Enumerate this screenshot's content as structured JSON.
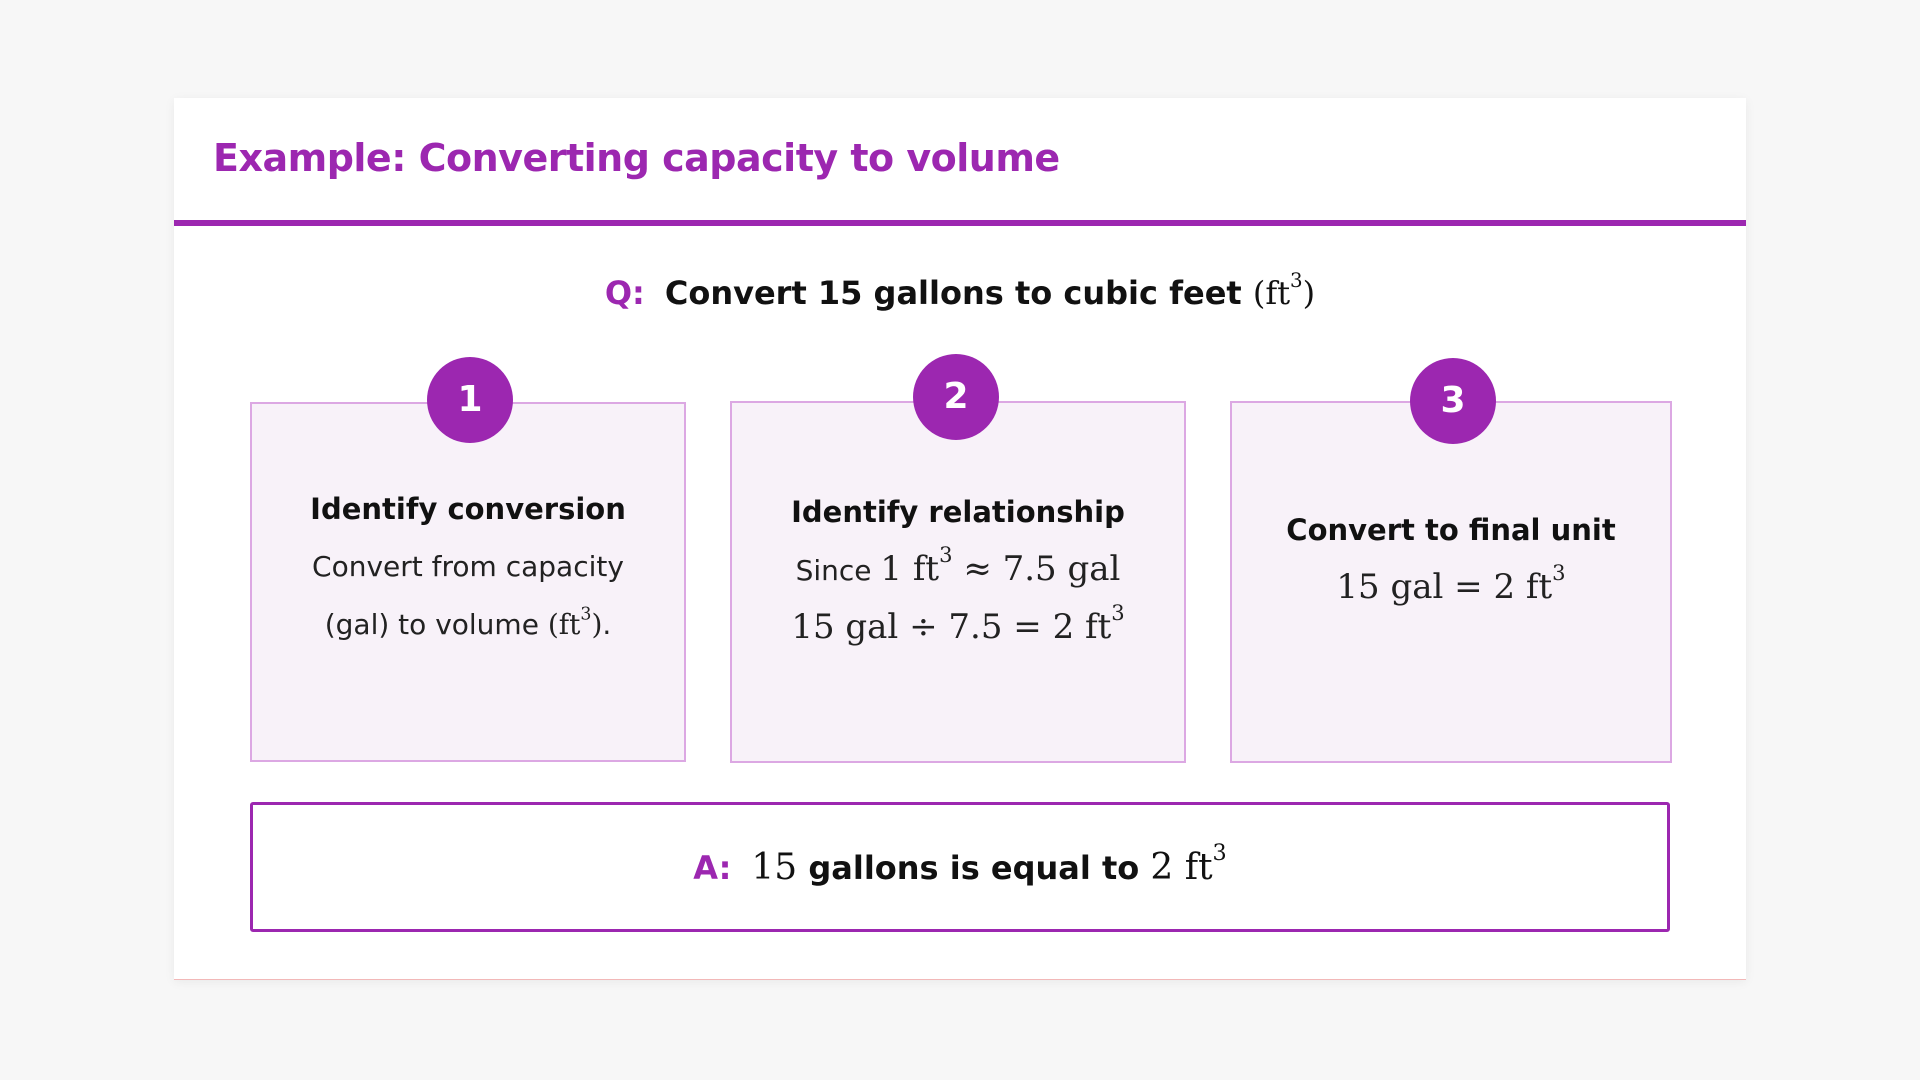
{
  "header": {
    "title": "Example: Converting capacity to volume"
  },
  "question": {
    "prefix": "Q:",
    "text": "Convert 15 gallons to cubic feet",
    "unit": "ft",
    "unit_exp": "3"
  },
  "steps": [
    {
      "number": "1",
      "title": "Identify conversion",
      "line1": "Convert from capacity",
      "line2_pre": "(gal) to volume ",
      "line2_unit": "ft",
      "line2_exp": "3",
      "line2_post": "."
    },
    {
      "number": "2",
      "title": "Identify relationship",
      "line1_pre": "Since ",
      "line1_math": "1 ft",
      "line1_exp": "3",
      "line1_rest": " ≈ 7.5 gal",
      "line2_math": "15 gal ÷ 7.5 = 2 ft",
      "line2_exp": "3"
    },
    {
      "number": "3",
      "title": "Convert to final unit",
      "line1_math": "15 gal = 2 ft",
      "line1_exp": "3"
    }
  ],
  "answer": {
    "prefix": "A:",
    "num": "15",
    "text": " gallons is equal to ",
    "value": "2 ft",
    "exp": "3"
  },
  "colors": {
    "accent": "#9c27b0",
    "step_bg": "#f8f2f9",
    "step_border": "#dca8e3"
  }
}
